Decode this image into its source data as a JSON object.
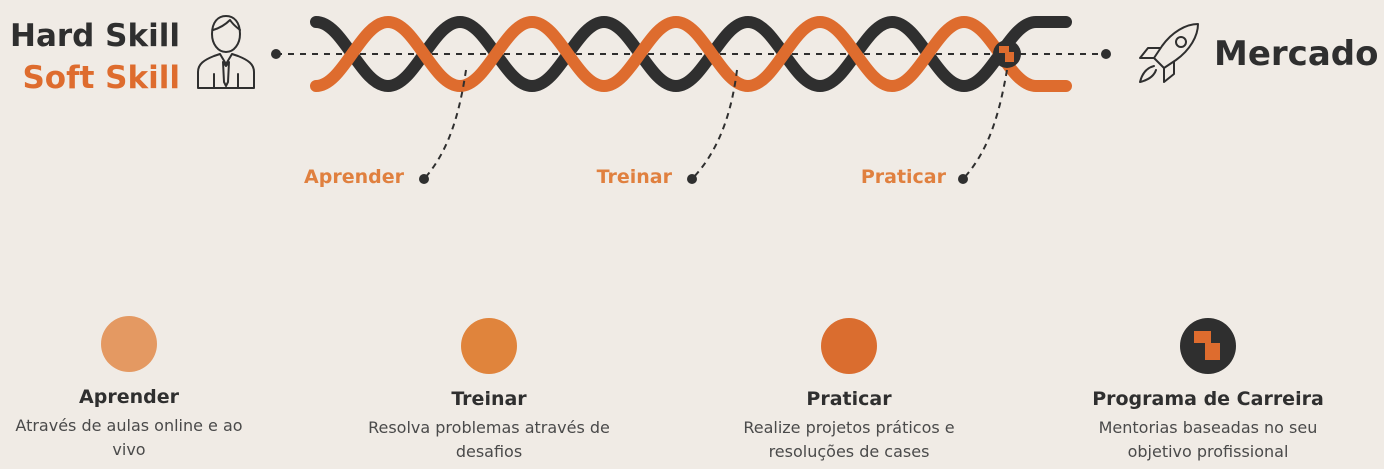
{
  "header": {
    "hard_skill": "Hard Skill",
    "soft_skill": "Soft Skill",
    "destination": "Mercado"
  },
  "icons": {
    "person": "businessman-icon",
    "rocket": "rocket-icon",
    "brand": "brand-logo-icon"
  },
  "timeline_labels": [
    "Aprender",
    "Treinar",
    "Praticar"
  ],
  "colors": {
    "dark": "#2f2f2f",
    "orange": "#de6c2e",
    "stage1": "#e49962",
    "stage2": "#e0843c",
    "stage3": "#da6d2f",
    "background": "#f0ebe5"
  },
  "cards": [
    {
      "title": "Aprender",
      "desc": "Através de aulas online e ao vivo"
    },
    {
      "title": "Treinar",
      "desc": "Resolva problemas através de desafios"
    },
    {
      "title": "Praticar",
      "desc": "Realize projetos práticos e resoluções de cases"
    },
    {
      "title": "Programa de Carreira",
      "desc": "Mentorias baseadas no seu objetivo profissional"
    }
  ]
}
